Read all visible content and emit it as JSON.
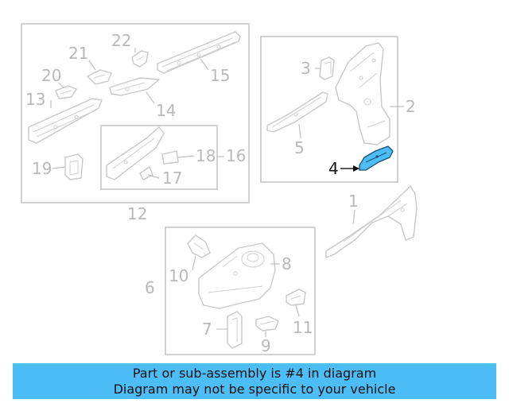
{
  "callouts": {
    "c1": "1",
    "c2": "2",
    "c3": "3",
    "c4": "4",
    "c5": "5",
    "c6": "6",
    "c7": "7",
    "c8": "8",
    "c9": "9",
    "c10": "10",
    "c11": "11",
    "c12": "12",
    "c13": "13",
    "c14": "14",
    "c15": "15",
    "c16": "16",
    "c17": "17",
    "c18": "18",
    "c19": "19",
    "c20": "20",
    "c21": "21",
    "c22": "22"
  },
  "highlighted_part": "4",
  "colors": {
    "highlight_fill": "#4dbdf7",
    "banner_background": "#4dbdf7",
    "line_art": "#c8c8c8",
    "text": "#111111"
  },
  "banner": {
    "line1": "Part or sub-assembly is #4 in diagram",
    "line2": "Diagram may not be specific to your vehicle"
  }
}
